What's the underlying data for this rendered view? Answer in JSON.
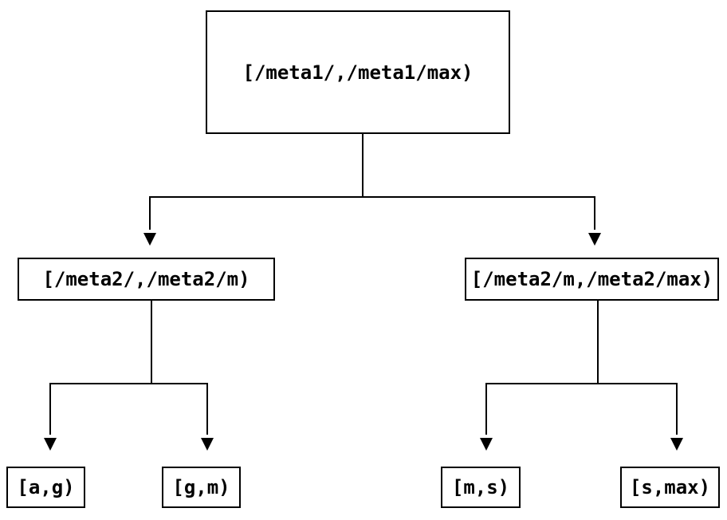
{
  "diagram": {
    "colors": {
      "background": "#ffffff",
      "line": "#000000",
      "text": "#000000",
      "node_fill": "#ffffff"
    },
    "nodes": {
      "root": {
        "label": "[/meta1/,/meta1/max)"
      },
      "left_child": {
        "label": "[/meta2/,/meta2/m)"
      },
      "right_child": {
        "label": "[/meta2/m,/meta2/max)"
      },
      "leaf_ag": {
        "label": "[a,g)"
      },
      "leaf_gm": {
        "label": "[g,m)"
      },
      "leaf_ms": {
        "label": "[m,s)"
      },
      "leaf_smax": {
        "label": "[s,max)"
      }
    }
  }
}
